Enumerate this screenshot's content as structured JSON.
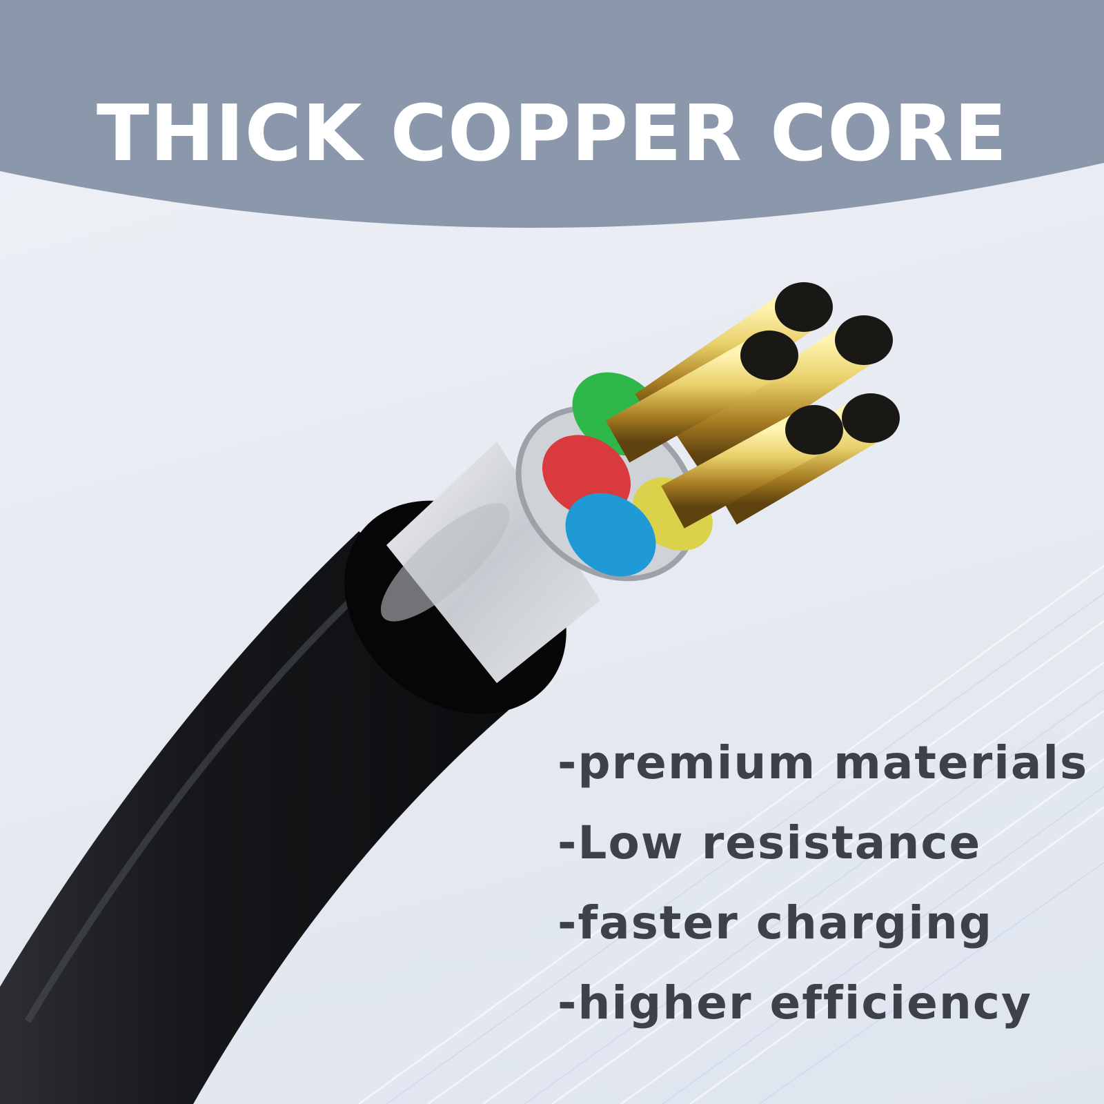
{
  "headline": "THICK COPPER CORE",
  "features": [
    "-premium materials",
    "-Low resistance",
    "-faster charging",
    "-higher efficiency"
  ],
  "colors": {
    "header_band": "#8b98ab",
    "headline_text": "#ffffff",
    "feature_text": "#3d4148",
    "background": "#e9edf3",
    "jacket": "#111214",
    "foil": "#d2d5da",
    "wire_green": "#2fb84a",
    "wire_red": "#d83a3e",
    "wire_blue": "#1f9ad6",
    "wire_yellow": "#d9d24a",
    "copper": "#e8cf6a"
  },
  "illustration": "stripped-cable-with-four-gold-conductors"
}
